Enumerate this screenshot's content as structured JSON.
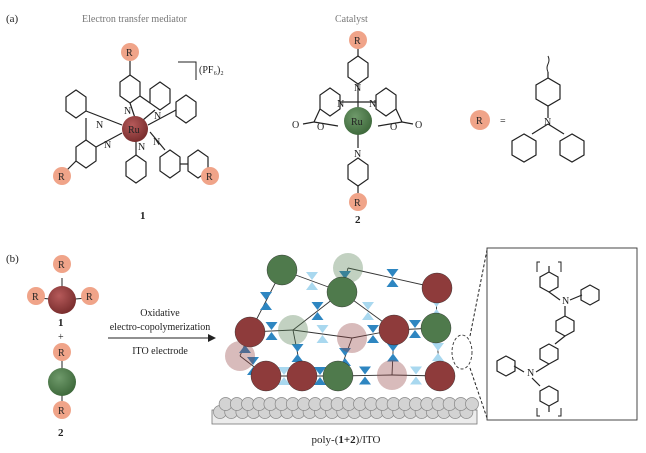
{
  "panel_a": {
    "label": "(a)",
    "mediator_caption": "Electron transfer mediator",
    "catalyst_caption": "Catalyst",
    "counterion": "(PF₆)₂",
    "compound1": "1",
    "compound2": "2",
    "r_label": "R",
    "equals": "=",
    "metal": "Ru",
    "atom_n": "N",
    "atom_o": "O"
  },
  "panel_b": {
    "label": "(b)",
    "compound1": "1",
    "plus": "+",
    "compound2": "2",
    "r_label": "R",
    "arrow_top1": "Oxidative",
    "arrow_top2": "electro-copolymerization",
    "arrow_bottom": "ITO electrode",
    "polymer_caption_pre": "poly-(",
    "polymer_caption_bold": "1+2",
    "polymer_caption_post": ")/ITO"
  },
  "colors": {
    "mediator": "#8e3b3b",
    "catalyst": "#4f7a4c",
    "r_group": "#f0a489",
    "linker": "#2e86c1",
    "linker_faded": "#a9d8ef",
    "electrode": "#d3d3d3"
  }
}
